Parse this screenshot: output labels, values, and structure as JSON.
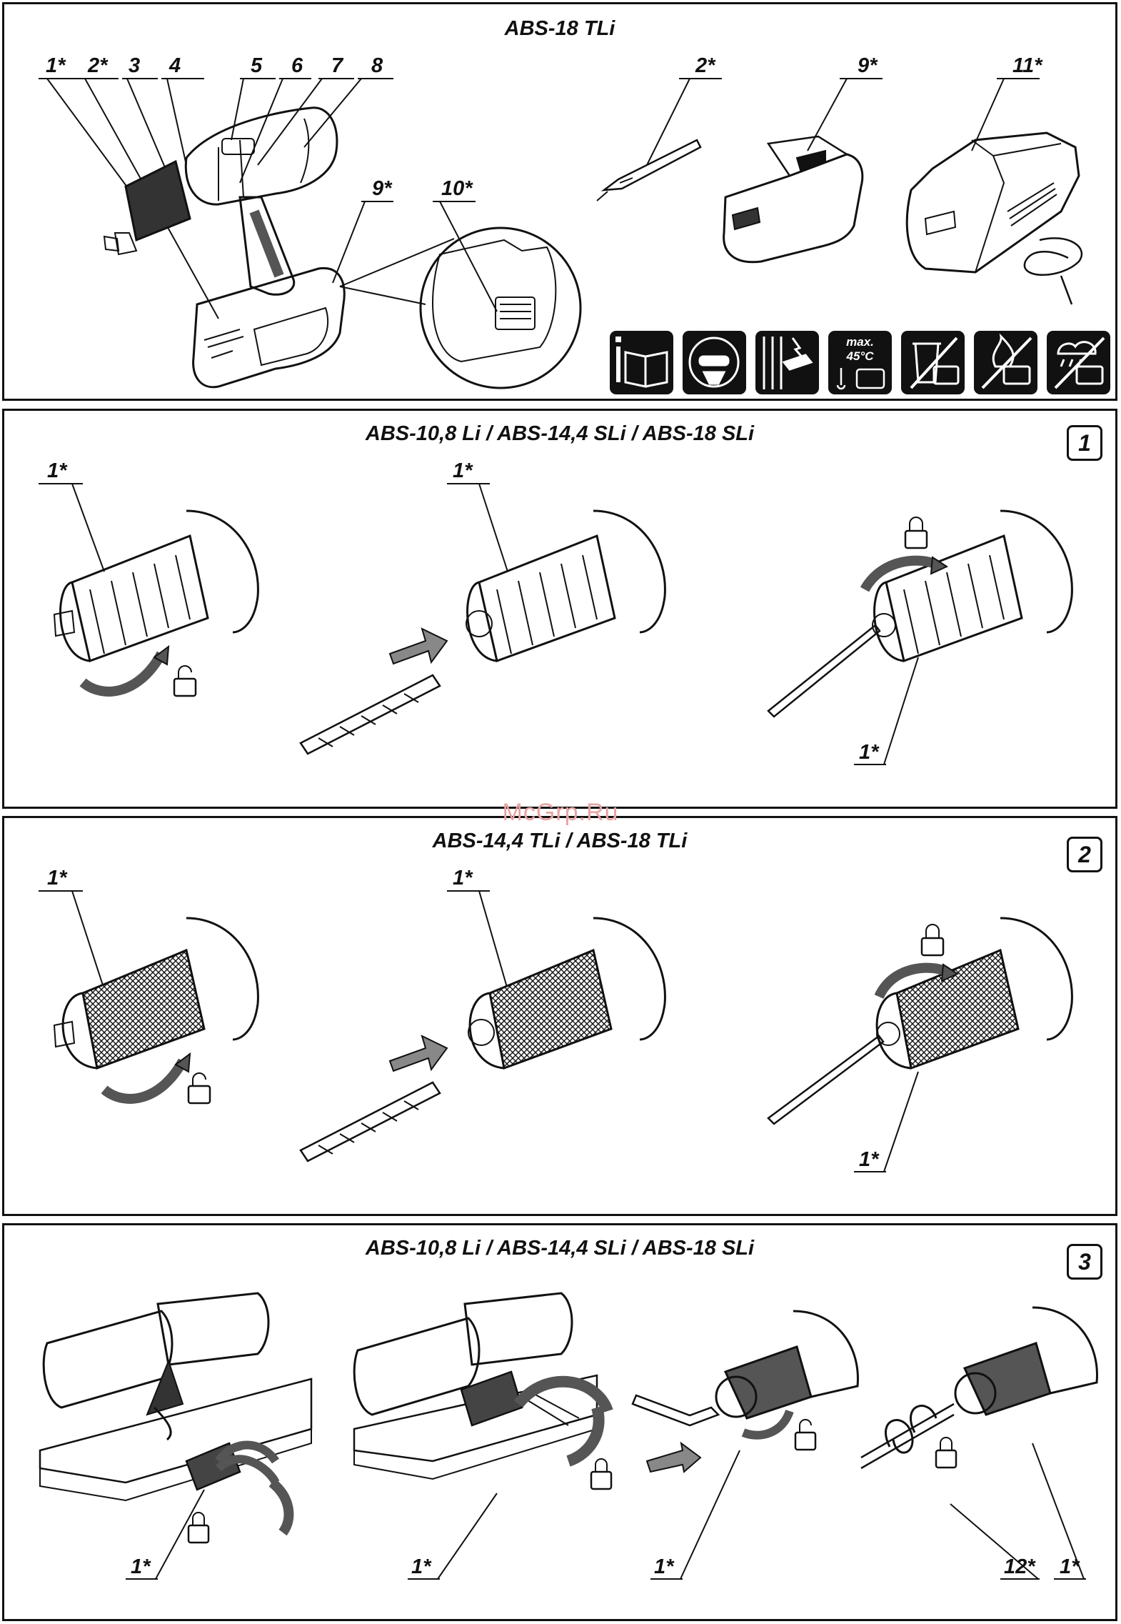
{
  "top_panel": {
    "title": "ABS-18 TLi",
    "callouts": [
      "1*",
      "2*",
      "3",
      "4",
      "5",
      "6",
      "7",
      "8",
      "9*",
      "10*",
      "2*",
      "9*",
      "11*"
    ],
    "temperature_icon": {
      "max_label": "max.",
      "temp_label": "45°C"
    },
    "icons": [
      "manual-read-icon",
      "protective-gear-icon",
      "no-drilling-into-wiring-icon",
      "max-temperature-icon",
      "no-household-waste-icon",
      "no-fire-icon",
      "no-rain-icon"
    ]
  },
  "figure1": {
    "title": "ABS-10,8 Li / ABS-14,4 SLi / ABS-18 SLi",
    "number": "1",
    "callouts": [
      "1*",
      "1*",
      "1*"
    ]
  },
  "figure2": {
    "title": "ABS-14,4 TLi / ABS-18 TLi",
    "number": "2",
    "callouts": [
      "1*",
      "1*",
      "1*"
    ]
  },
  "figure3": {
    "title": "ABS-10,8 Li / ABS-14,4 SLi / ABS-18 SLi",
    "number": "3",
    "callouts": [
      "1*",
      "1*",
      "1*",
      "12*",
      "1*"
    ]
  },
  "watermark": "McGrp.Ru"
}
